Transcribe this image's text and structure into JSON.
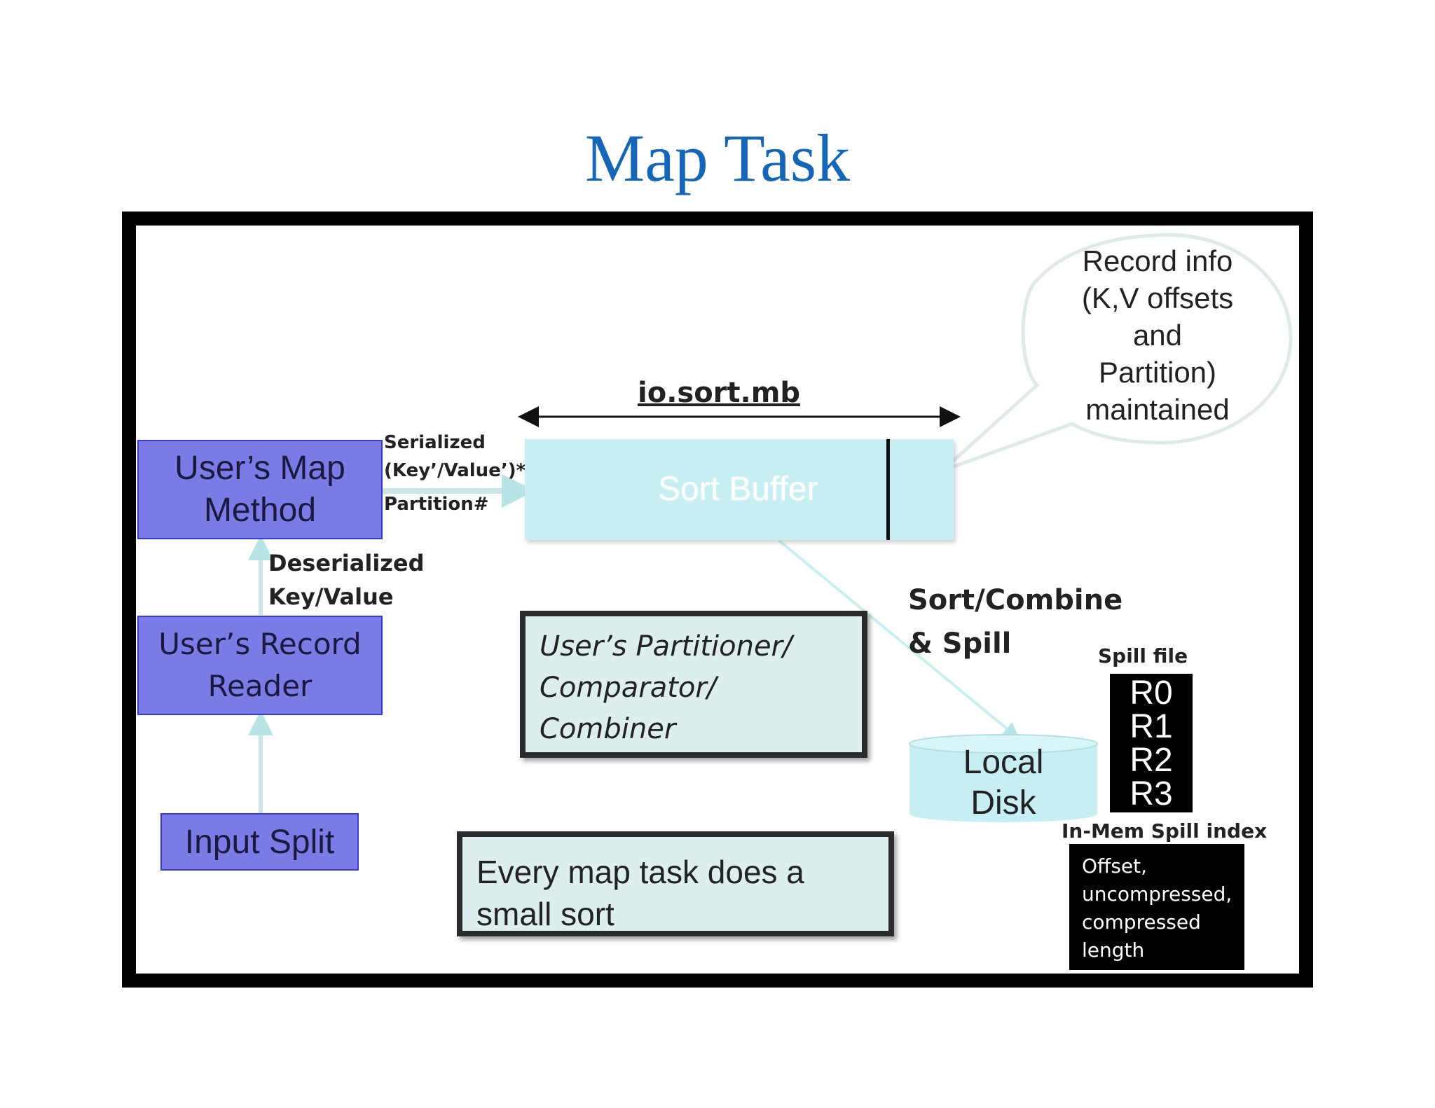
{
  "title": "Map Task",
  "diagram": {
    "input_split": "Input Split",
    "record_reader": "User’s Record Reader",
    "map_method": "User’s Map Method",
    "deserialized": [
      "Deserialized",
      "Key/Value"
    ],
    "serialized": [
      "Serialized",
      "(Key’/Value’)*",
      "Partition#"
    ],
    "io_sort_mb": "io.sort.mb",
    "sort_buffer": "Sort Buffer",
    "record_info": [
      "Record info",
      "(K,V offsets",
      "and",
      "Partition)",
      "maintained"
    ],
    "sort_combine": [
      "Sort/Combine",
      "& Spill"
    ],
    "partitioner": [
      "User’s Partitioner/",
      "Comparator/",
      "Combiner"
    ],
    "local_disk": [
      "Local",
      "Disk"
    ],
    "spill_file_label": "Spill file",
    "spill_rows": [
      "R0",
      "R1",
      "R2",
      "R3"
    ],
    "spill_index_label": "In-Mem Spill index",
    "spill_index_text": [
      "Offset,",
      "uncompressed,",
      "compressed",
      "length"
    ],
    "small_sort": [
      "Every map task does a",
      "small sort"
    ]
  }
}
